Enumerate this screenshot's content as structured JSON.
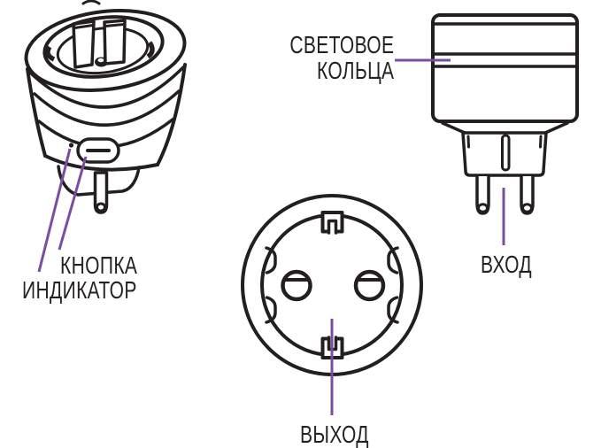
{
  "labels": {
    "button": "КНОПКА",
    "indicator": "ИНДИКАТОР",
    "light_ring_line1": "СВЕТОВОЕ",
    "light_ring_line2": "КОЛЬЦА",
    "input": "ВХОД",
    "output": "ВЫХОД"
  },
  "colors": {
    "line_art": "#231f20",
    "leader_line": "#7b4da2",
    "label_text": "#262224",
    "background": "#ffffff"
  },
  "icons": {
    "perspective_view": "smart-plug-perspective-view",
    "side_view": "smart-plug-side-view",
    "front_view": "socket-front-view"
  }
}
